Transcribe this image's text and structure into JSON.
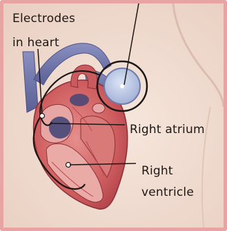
{
  "labels": {
    "electrodes_line1": "Electrodes",
    "electrodes_line2": "in heart",
    "right_atrium": "Right atrium",
    "right_ventricle_line1": "Right",
    "right_ventricle_line2": "ventricle"
  },
  "colors": {
    "frame_border": "#e8a3a3",
    "skin": "#f0ddd3",
    "heart_red": "#c9555a",
    "vessel_blue": "#6a72a8",
    "device_blue": "#b8c6e6",
    "lead_wire": "#1d1714"
  }
}
